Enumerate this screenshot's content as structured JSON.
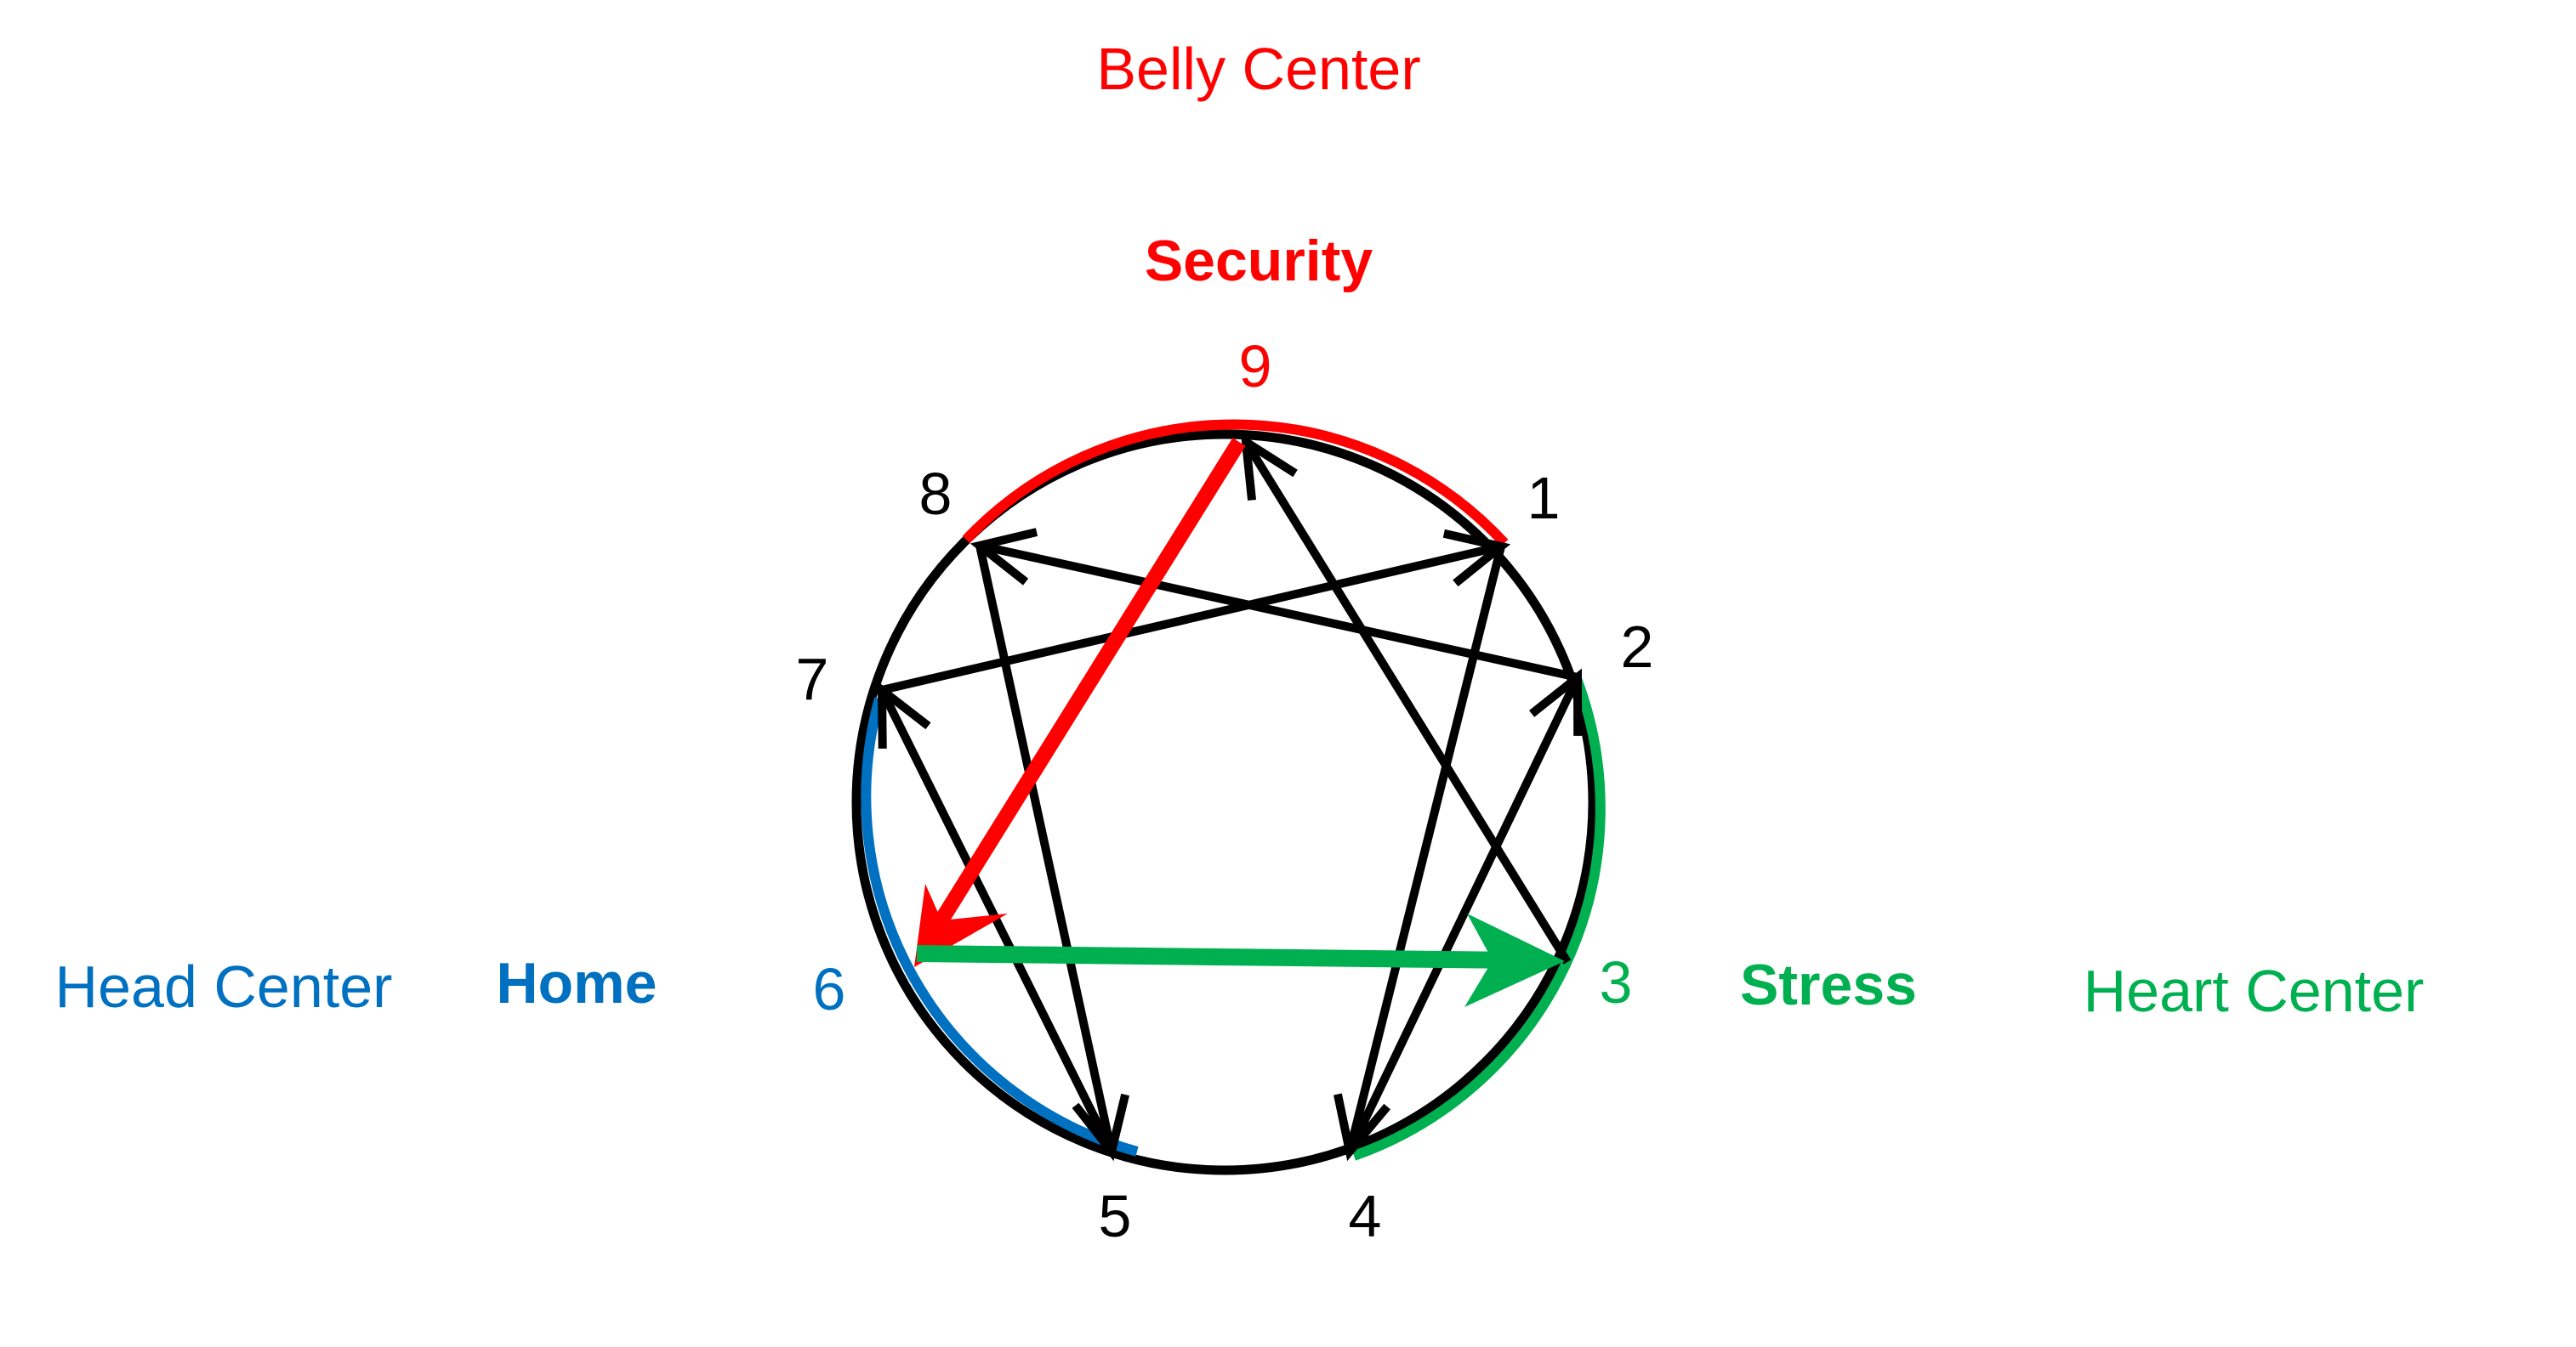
{
  "labels": {
    "belly_center": "Belly Center",
    "security": "Security",
    "head_center": "Head Center",
    "home": "Home",
    "stress": "Stress",
    "heart_center": "Heart Center"
  },
  "points": {
    "p1": "1",
    "p2": "2",
    "p3": "3",
    "p4": "4",
    "p5": "5",
    "p6": "6",
    "p7": "7",
    "p8": "8",
    "p9": "9"
  },
  "colors": {
    "belly": "#ff0000",
    "head": "#0070c0",
    "heart": "#00b050",
    "lines": "#000000"
  }
}
